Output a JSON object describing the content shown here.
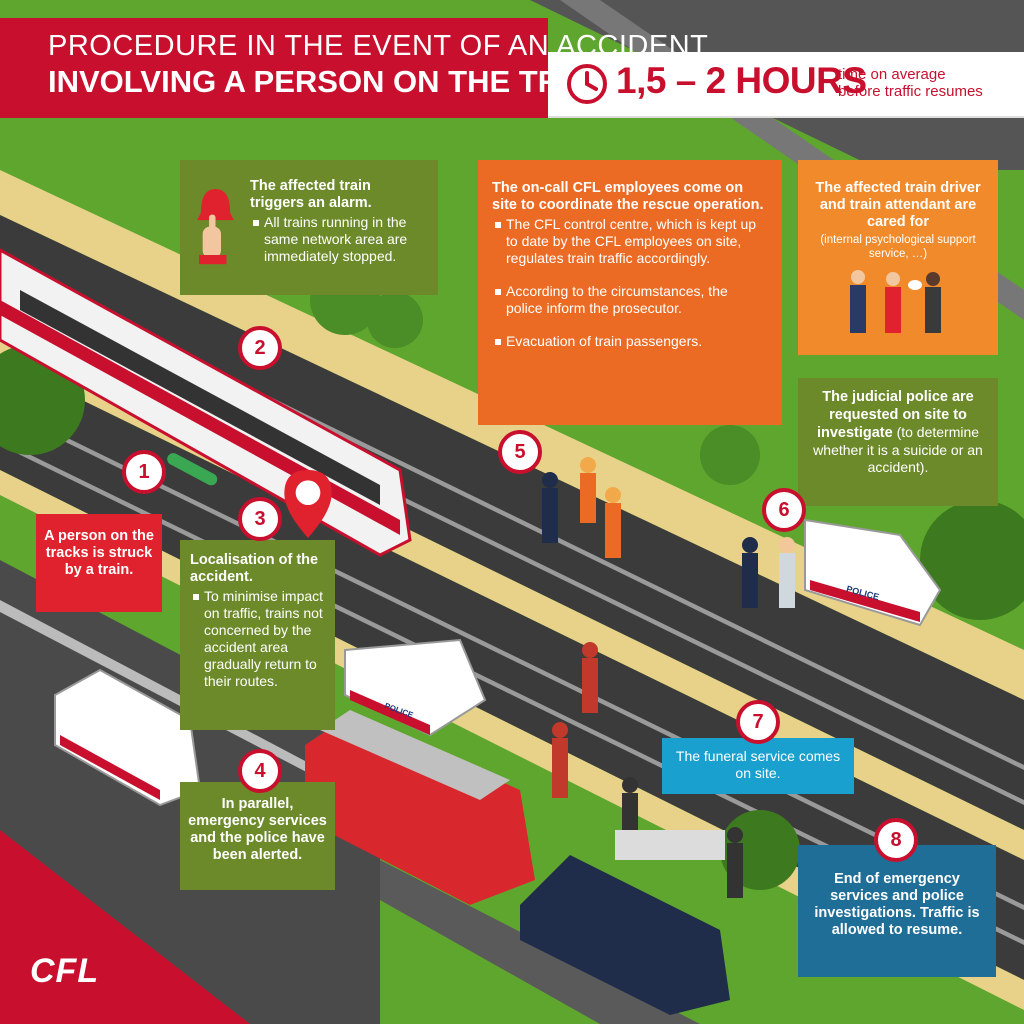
{
  "header": {
    "title_line1": "PROCEDURE IN THE EVENT OF AN ACCIDENT",
    "title_line2": "INVOLVING A PERSON ON THE TRACKS",
    "time_value": "1,5 – 2 HOURS",
    "time_desc": "time on average before traffic resumes",
    "clock_icon": "clock-icon"
  },
  "steps": [
    {
      "number": "1",
      "text": "A person on the tracks is struck by a train."
    },
    {
      "number": "2",
      "title": "The affected train triggers an alarm.",
      "bullets": [
        "All trains running in the same network area are immediately stopped."
      ],
      "icon": "bell-alarm-icon"
    },
    {
      "number": "3",
      "title": "Localisation of the accident.",
      "bullets": [
        "To minimise impact on traffic, trains not concerned by the accident area gradually return to their routes."
      ],
      "icon": "location-pin-icon"
    },
    {
      "number": "4",
      "text": "In parallel, emergency services and the police have been alerted."
    },
    {
      "number": "5",
      "title": "The on-call CFL employees come on site to coordinate the rescue operation.",
      "bullets": [
        "The CFL control centre, which is kept up to date by the CFL employees on site, regulates train traffic accordingly.",
        "According to the circumstances, the police inform the prosecutor.",
        "Evacuation of train passengers."
      ]
    },
    {
      "number": "6",
      "title": "The judicial police are requested on site to investigate",
      "text": "(to determine whether it is a suicide or an accident)."
    },
    {
      "number": "7",
      "text": "The funeral service comes on site."
    },
    {
      "number": "8",
      "text": "End of emergency services and police investigations. Traffic is allowed to resume."
    }
  ],
  "care_box": {
    "title": "The affected train driver and train attendant are cared for",
    "subtitle": "(internal psychological support service, …)"
  },
  "vehicles": {
    "police_label": "POLICE"
  },
  "logo": "CFL",
  "colors": {
    "brand_red": "#c8102e",
    "olive": "#6d8a2a",
    "orange": "#ec6b24",
    "blue": "#1f6e98",
    "cyan": "#1aa0cf"
  }
}
